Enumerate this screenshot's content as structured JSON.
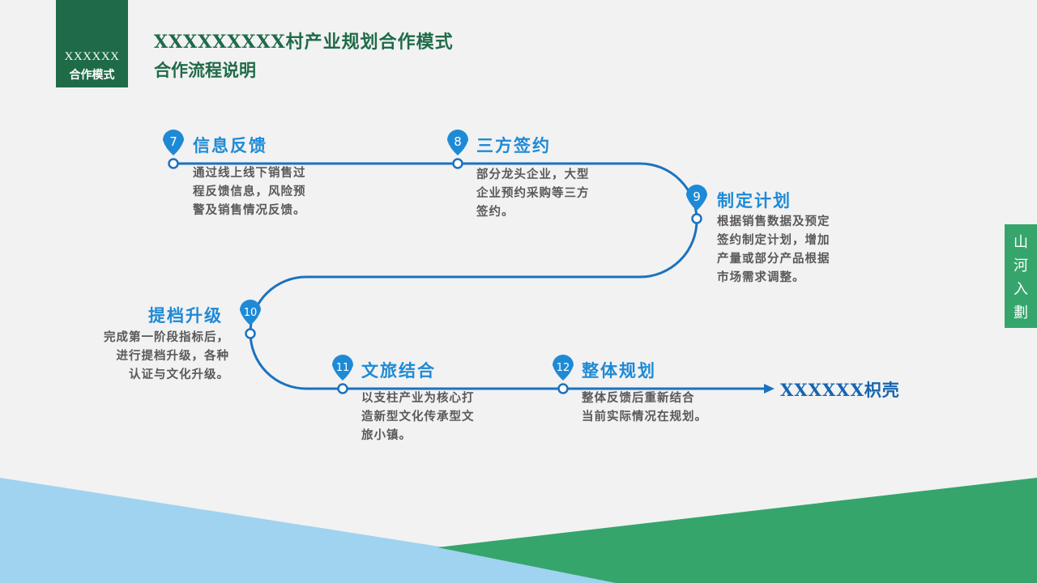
{
  "header": {
    "tag_line1": "XXXXXX",
    "tag_line2": "合作模式",
    "title": "XXXXXXXXX村产业规划合作模式",
    "subtitle": "合作流程说明"
  },
  "side_tab": [
    "山",
    "河",
    "入",
    "劃"
  ],
  "steps": [
    {
      "num": "7",
      "title": "信息反馈",
      "desc": [
        "通过线上线下销售过",
        "程反馈信息，风险预",
        "警及销售情况反馈。"
      ]
    },
    {
      "num": "8",
      "title": "三方签约",
      "desc": [
        "部分龙头企业，大型",
        "企业预约采购等三方",
        "签约。"
      ]
    },
    {
      "num": "9",
      "title": "制定计划",
      "desc": [
        "根据销售数据及预定",
        "签约制定计划，增加",
        "产量或部分产品根据",
        "市场需求调整。"
      ]
    },
    {
      "num": "10",
      "title": "提档升级",
      "desc": [
        "完成第一阶段指标后，",
        "进行提档升级，各种",
        "认证与文化升级。"
      ]
    },
    {
      "num": "11",
      "title": "文旅结合",
      "desc": [
        "以支柱产业为核心打",
        "造新型文化传承型文",
        "旅小镇。"
      ]
    },
    {
      "num": "12",
      "title": "整体规划",
      "desc": [
        "整体反馈后重新结合",
        "当前实际情况在规划。"
      ]
    }
  ],
  "end_label": "XXXXXX枳壳",
  "colors": {
    "primary_green": "#1f6b48",
    "accent_green": "#35a56c",
    "flow_blue": "#1b72c0",
    "title_blue": "#1e8ad6",
    "light_blue": "#9fd3f0"
  }
}
